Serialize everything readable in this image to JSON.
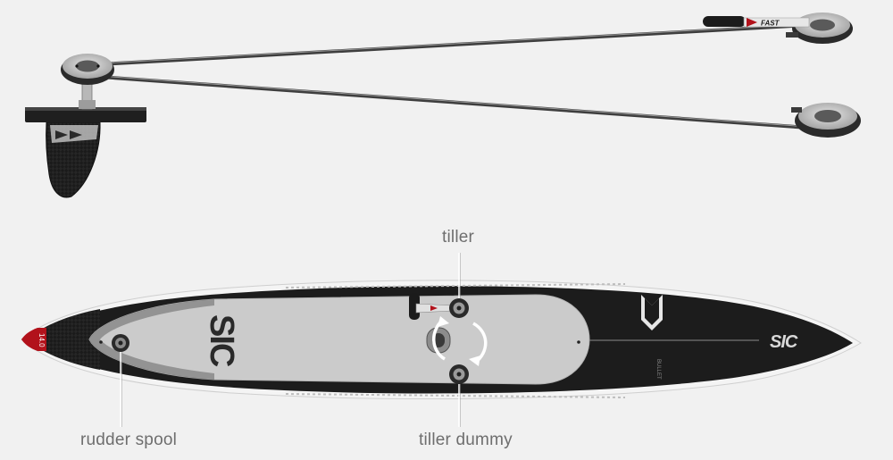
{
  "labels": {
    "tiller": "tiller",
    "rudder_spool": "rudder spool",
    "tiller_dummy": "tiller dummy"
  },
  "graphics": {
    "board_brand_mark": "SIC",
    "board_model_mark": "BULLET",
    "nose_badge_text": "14.0",
    "tiller_arm_text": "FAST"
  },
  "colors": {
    "background": "#f1f1f1",
    "deck_pad": "#cbcbcb",
    "carbon": "#1b1b1b",
    "rail": "#f4f4f4",
    "nose_red": "#b2121b",
    "label": "#6e6e6e"
  }
}
